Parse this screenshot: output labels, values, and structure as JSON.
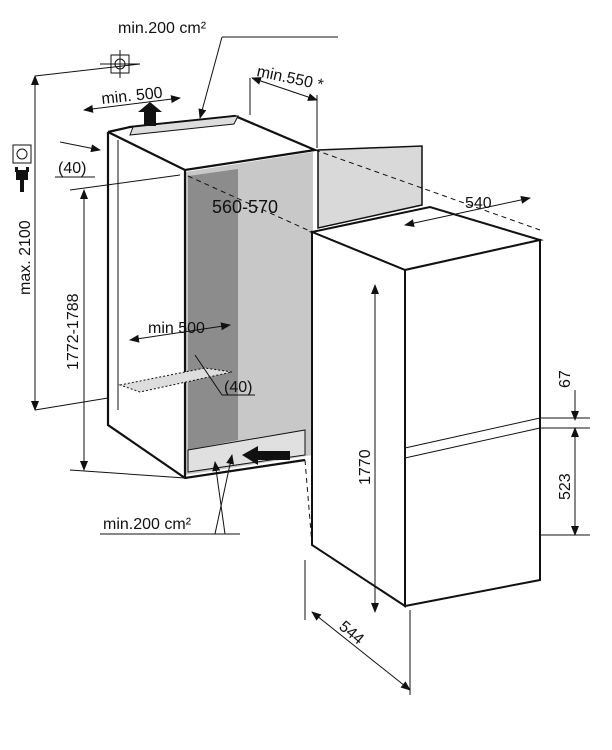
{
  "labels": {
    "top_vent_area": "min.200 cm²",
    "door_clearance": "min.550 *",
    "top_vent_width": "min. 500",
    "top_gap": "(40)",
    "niche_depth": "560-570",
    "appliance_width": "540",
    "max_height": "max. 2100",
    "niche_height": "1772-1788",
    "bottom_vent_width": "min 500",
    "bottom_gap": "(40)",
    "appliance_height": "1770",
    "split_gap": "67",
    "freezer_height": "523",
    "bottom_vent_area": "min.200 cm²",
    "appliance_depth": "544"
  },
  "icons": [
    "water-connection-icon",
    "power-socket-icon",
    "power-plug-icon",
    "airflow-arrow-icon"
  ],
  "colors": {
    "line": "#111111",
    "interior_dark": "#8c8c8c",
    "interior_light": "#c8c8c8",
    "door": "#d9d9d9"
  }
}
